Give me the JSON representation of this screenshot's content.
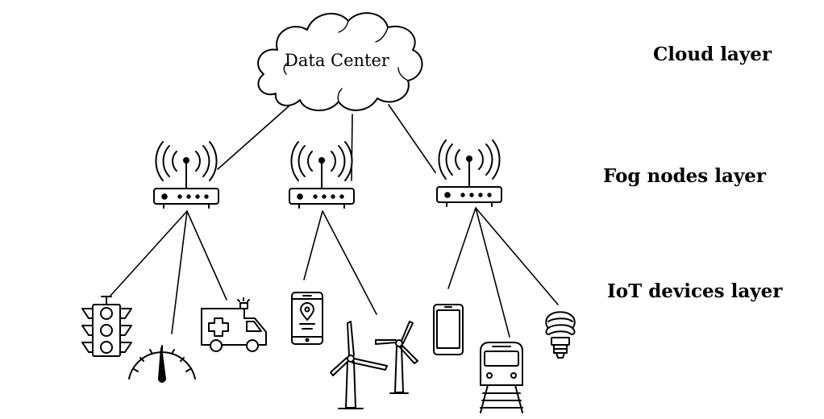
{
  "cloud": {
    "label": "Data Center"
  },
  "layers": {
    "cloud": "Cloud layer",
    "fog": "Fog nodes layer",
    "iot": "IoT devices layer"
  },
  "icons": {
    "cloud": "cloud-icon",
    "fog_nodes": [
      "router-icon",
      "router-icon",
      "router-icon"
    ],
    "iot_devices": [
      "traffic-light-icon",
      "speedometer-icon",
      "ambulance-icon",
      "smartphone-location-icon",
      "wind-turbine-icon",
      "smartphone-icon",
      "train-icon",
      "light-bulb-icon"
    ]
  },
  "colors": {
    "stroke": "#000000",
    "background": "#ffffff"
  }
}
